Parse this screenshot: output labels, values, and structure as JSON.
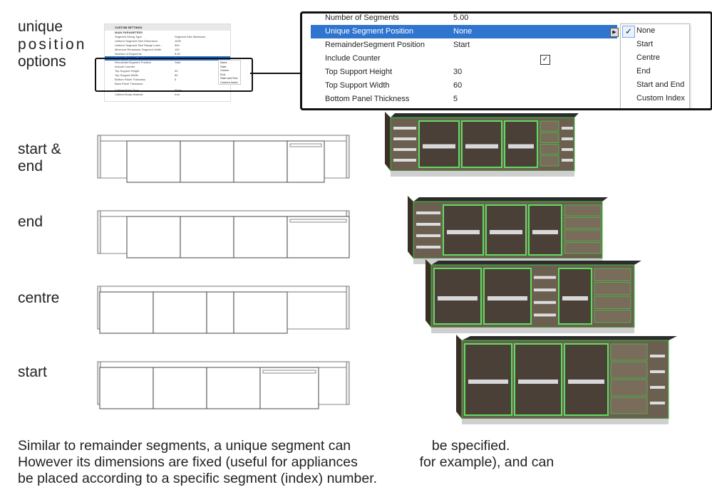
{
  "heading": {
    "line1": "unique",
    "line2": "position",
    "line3": "options"
  },
  "small_panel": {
    "section": "CUSTOM SETTINGS",
    "group": "MAIN PARAMETERS",
    "rows": [
      {
        "k": "Segment Sizing Type",
        "v": "Segment Size Maximum"
      },
      {
        "k": "Uniform Segment Size Dimension",
        "v": "1000"
      },
      {
        "k": "Uniform Segment Size Range Lowe...",
        "v": "500"
      },
      {
        "k": "Minimum Remainder Segment Width",
        "v": "100"
      },
      {
        "k": "Number of Segments",
        "v": "5.00"
      },
      {
        "k": "Unique Segment Position",
        "v": "None"
      },
      {
        "k": "RemainderSegment Position",
        "v": "Start"
      },
      {
        "k": "Include Counter",
        "v": ""
      },
      {
        "k": "Top Support Height",
        "v": "30"
      },
      {
        "k": "Top Support Width",
        "v": "60"
      },
      {
        "k": "Bottom Panel Thickness",
        "v": "5"
      },
      {
        "k": "Back Panel Thickness",
        "v": ""
      },
      {
        "k": "Cabinet Base Type",
        "v": "Flush"
      },
      {
        "k": "Cabinet Body Material",
        "v": "Iron"
      }
    ]
  },
  "settings": {
    "rows": [
      {
        "k": "Number of Segments",
        "v": "5.00"
      },
      {
        "k": "Unique Segment Position",
        "v": "None"
      },
      {
        "k": "RemainderSegment Position",
        "v": "Start"
      },
      {
        "k": "Include Counter",
        "v": ""
      },
      {
        "k": "Top Support Height",
        "v": "30"
      },
      {
        "k": "Top Support Width",
        "v": "60"
      },
      {
        "k": "Bottom Panel Thickness",
        "v": "5"
      }
    ],
    "include_counter_checked": true,
    "dropdown_options": [
      "None",
      "Start",
      "Centre",
      "End",
      "Start and End",
      "Custom Index"
    ],
    "selected_option": "None",
    "check_glyph": "✓",
    "selection_color": "#2f74cf"
  },
  "elevations": [
    {
      "label": "start &\nend"
    },
    {
      "label": "end"
    },
    {
      "label": "centre"
    },
    {
      "label": "start"
    }
  ],
  "caption": {
    "line1": "Similar to remainder segments, a unique segment can                     be specified.",
    "line2": "However its dimensions are fixed (useful for appliances                for example), and can",
    "line3": "be placed according to a specific segment (index) number."
  }
}
